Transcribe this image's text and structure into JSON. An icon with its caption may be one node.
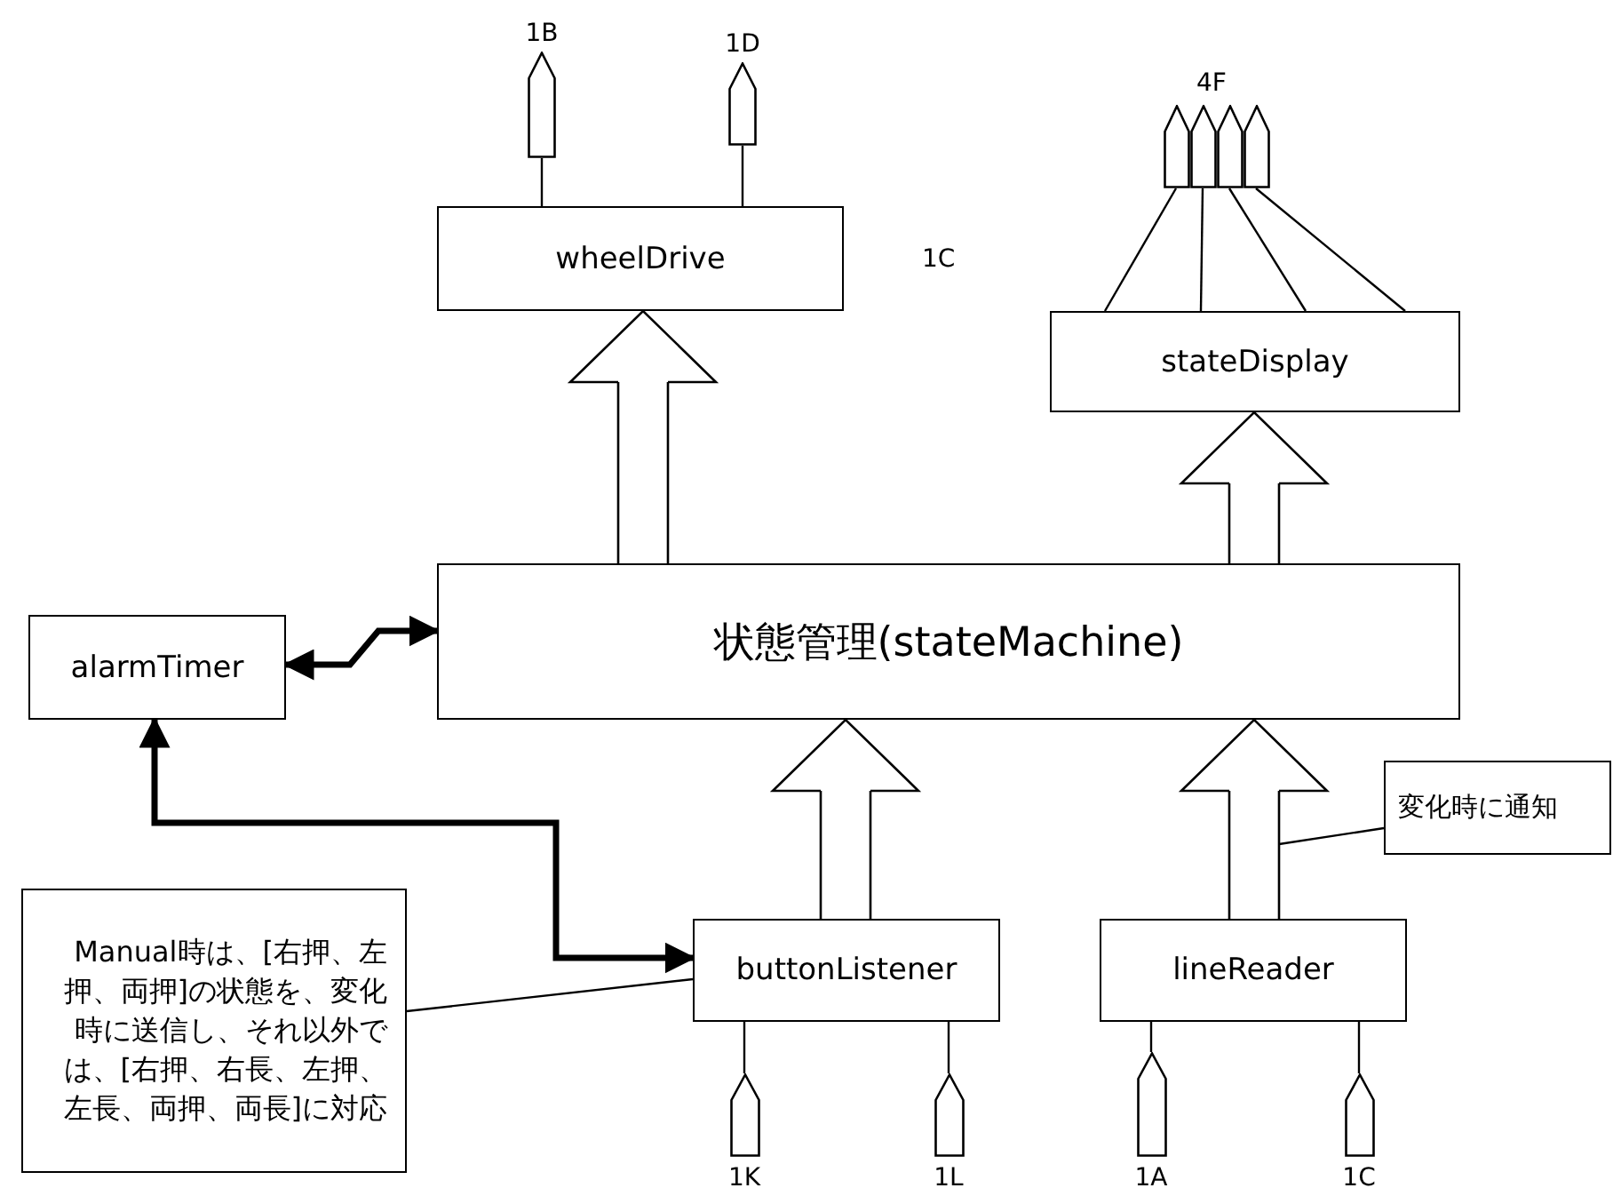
{
  "diagram": {
    "nodes": [
      {
        "text": [
          "wheelDrive"
        ],
        "beside": [
          "1C"
        ]
      },
      {
        "text": [
          "stateDisplay"
        ]
      },
      {
        "text": [
          "状態管理(stateMachine)"
        ]
      },
      {
        "text": [
          "alarmTimer"
        ]
      },
      {
        "text": [
          "buttonListener"
        ]
      },
      {
        "text": [
          "lineReader"
        ]
      },
      {
        "text": [
          "変化時に通知"
        ]
      },
      {
        "text": [
          "Manual時は、[右押、左押、両押]の状態を、変化時に送信し、それ以外では、[右押、右長、左押、左長、両押、両長]に対応"
        ]
      },
      {
        "text": [
          "1B"
        ]
      },
      {
        "text": [
          "1D"
        ]
      },
      {
        "text": [],
        "shape": "pentagon"
      },
      {
        "text": [],
        "shape": "pentagon"
      },
      {
        "text": [],
        "shape": "pentagon"
      },
      {
        "text": [],
        "shape": "pentagon"
      },
      {
        "text": [
          "1K"
        ]
      },
      {
        "text": [
          "1L"
        ]
      },
      {
        "text": [
          "1A"
        ]
      },
      {
        "text": [
          "1C"
        ]
      }
    ],
    "edges": [
      {
        "from": 2,
        "to": 0,
        "arrow": "to"
      },
      {
        "from": 2,
        "to": 1,
        "arrow": "to"
      },
      {
        "from": 4,
        "to": 2,
        "arrow": "to"
      },
      {
        "from": 5,
        "to": 2,
        "arrow": "to"
      },
      {
        "from": 3,
        "to": 2,
        "arrow": "both",
        "style": "thick"
      },
      {
        "from": 3,
        "to": 4,
        "arrow": "both",
        "style": "thick"
      },
      {
        "from": 0,
        "to": 8,
        "arrow": "none"
      },
      {
        "from": 0,
        "to": 9,
        "arrow": "none"
      },
      {
        "from": 1,
        "to": 10,
        "arrow": "none"
      },
      {
        "from": 1,
        "to": 11,
        "arrow": "none"
      },
      {
        "from": 1,
        "to": 12,
        "arrow": "none"
      },
      {
        "from": 1,
        "to": 13,
        "arrow": "none"
      },
      {
        "from": 4,
        "to": 14,
        "arrow": "none"
      },
      {
        "from": 4,
        "to": 15,
        "arrow": "none"
      },
      {
        "from": 5,
        "to": 16,
        "arrow": "none"
      },
      {
        "from": 5,
        "to": 17,
        "arrow": "none"
      },
      {
        "from": 7,
        "to": 4,
        "arrow": "none"
      },
      {
        "from": 6,
        "to": null,
        "arrow": "none"
      }
    ],
    "labels": [
      "4F"
    ]
  }
}
